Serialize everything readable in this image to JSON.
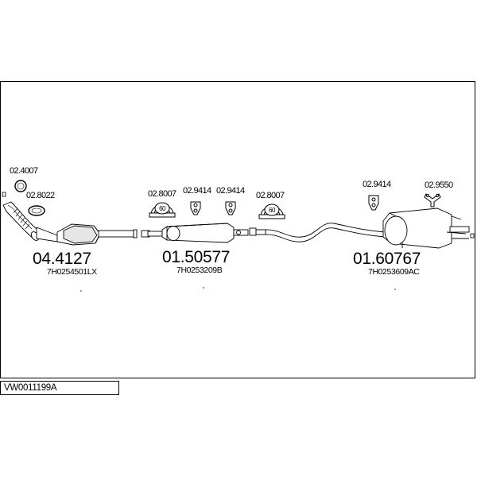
{
  "reference": "VW0011199A",
  "colors": {
    "line": "#000000",
    "fill": "#ffffff",
    "shade": "#c8c8c8"
  },
  "accessories": [
    {
      "code": "02.4007",
      "icon": "gasket-ring-icon"
    },
    {
      "code": "02.8022",
      "icon": "gasket-ring-icon"
    },
    {
      "code": "02.8007",
      "icon": "clamp-60-icon",
      "size_label": "60"
    },
    {
      "code": "02.9414",
      "icon": "rubber-hanger-icon"
    },
    {
      "code": "02.9414",
      "icon": "rubber-hanger-icon"
    },
    {
      "code": "02.8007",
      "icon": "clamp-60-icon",
      "size_label": "60"
    },
    {
      "code": "02.9414",
      "icon": "rubber-hanger-icon"
    },
    {
      "code": "02.9550",
      "icon": "bracket-icon"
    }
  ],
  "parts": [
    {
      "code": "04.4127",
      "oem": "7H0254501LX",
      "name": "catalytic-converter"
    },
    {
      "code": "01.50577",
      "oem": "7H0253209B",
      "name": "middle-silencer"
    },
    {
      "code": "01.60767",
      "oem": "7H0253609AC",
      "name": "rear-silencer"
    }
  ]
}
